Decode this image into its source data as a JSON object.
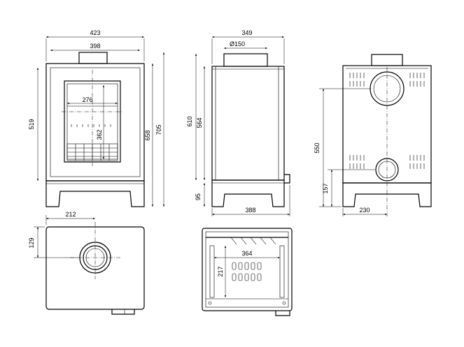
{
  "front_view": {
    "width_outer": "423",
    "width_inner": "398",
    "glass_height": "519",
    "firebox_width": "276",
    "firebox_depth": "362",
    "height_body": "658",
    "height_total": "705"
  },
  "side_view": {
    "depth_total": "349",
    "flue_diameter": "Ø150",
    "flue_height": "610",
    "body_height": "564",
    "base_height": "95",
    "base_depth": "388"
  },
  "rear_view": {
    "rear_flue_height": "550",
    "rear_lower_outlet_height": "157",
    "rear_centre_offset": "230"
  },
  "top_view": {
    "flue_offset_x": "212",
    "flue_offset_y": "129"
  },
  "section_view": {
    "interior_width": "364",
    "interior_depth": "217"
  }
}
